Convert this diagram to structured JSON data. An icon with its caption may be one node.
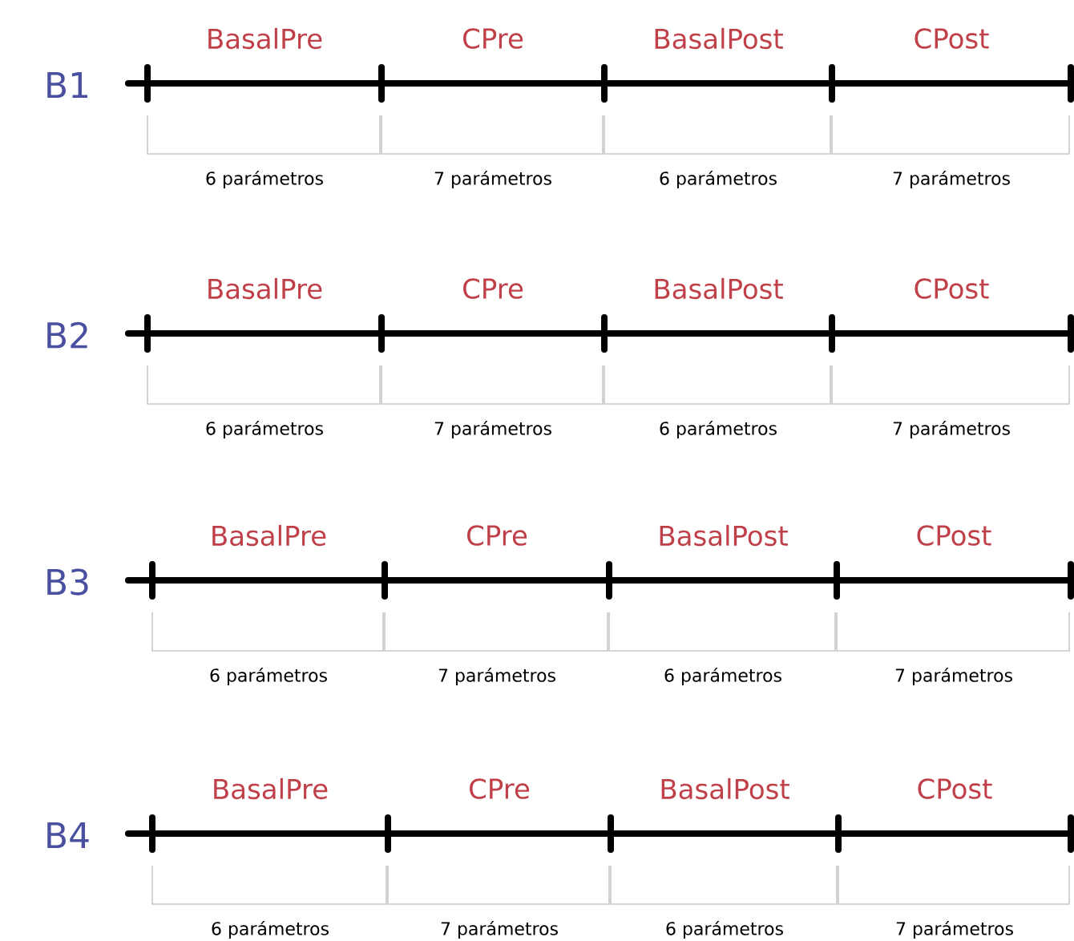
{
  "diagram": {
    "labels": [
      "B1",
      "BasalPre",
      "CPre",
      "BasalPost",
      "CPost",
      "6 parámetros",
      "7 parámetros",
      "6 parámetros",
      "7 parámetros",
      "B2",
      "BasalPre",
      "CPre",
      "BasalPost",
      "CPost",
      "6 parámetros",
      "7 parámetros",
      "6 parámetros",
      "7 parámetros",
      "B3",
      "BasalPre",
      "CPre",
      "BasalPost",
      "CPost",
      "6 parámetros",
      "7 parámetros",
      "6 parámetros",
      "7 parámetros",
      "B4",
      "BasalPre",
      "CPre",
      "BasalPost",
      "CPost",
      "6 parámetros",
      "7 parámetros",
      "6 parámetros",
      "7 parámetros"
    ]
  }
}
